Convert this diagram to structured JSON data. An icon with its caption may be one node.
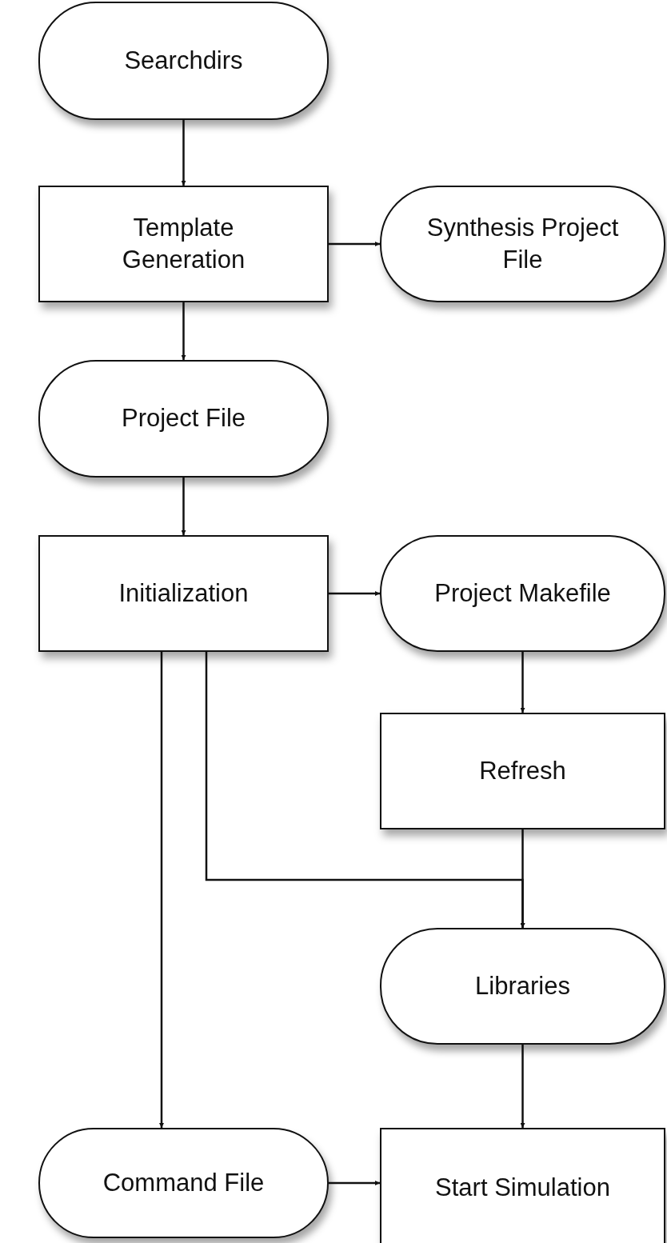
{
  "diagram": {
    "nodes": [
      {
        "text": [
          "Searchdirs"
        ]
      },
      {
        "text": [
          "Template Generation"
        ]
      },
      {
        "text": [
          "Synthesis Project File"
        ]
      },
      {
        "text": [
          "Project File"
        ]
      },
      {
        "text": [
          "Initialization"
        ]
      },
      {
        "text": [
          "Project Makefile"
        ]
      },
      {
        "text": [
          "Refresh"
        ]
      },
      {
        "text": [
          "Libraries"
        ]
      },
      {
        "text": [
          "Command File"
        ]
      },
      {
        "text": [
          "Start Simulation"
        ]
      }
    ],
    "edges": [
      {
        "from": 0,
        "to": 1,
        "arrow": "to"
      },
      {
        "from": 1,
        "to": 2,
        "arrow": "to"
      },
      {
        "from": 1,
        "to": 3,
        "arrow": "to"
      },
      {
        "from": 3,
        "to": 4,
        "arrow": "to"
      },
      {
        "from": 4,
        "to": 5,
        "arrow": "to"
      },
      {
        "from": 5,
        "to": 6,
        "arrow": "to"
      },
      {
        "from": 6,
        "to": 7,
        "arrow": "to"
      },
      {
        "from": 4,
        "to": 7,
        "arrow": "to"
      },
      {
        "from": 4,
        "to": 8,
        "arrow": "to"
      },
      {
        "from": 7,
        "to": 9,
        "arrow": "to"
      },
      {
        "from": 8,
        "to": 9,
        "arrow": "to"
      }
    ]
  }
}
